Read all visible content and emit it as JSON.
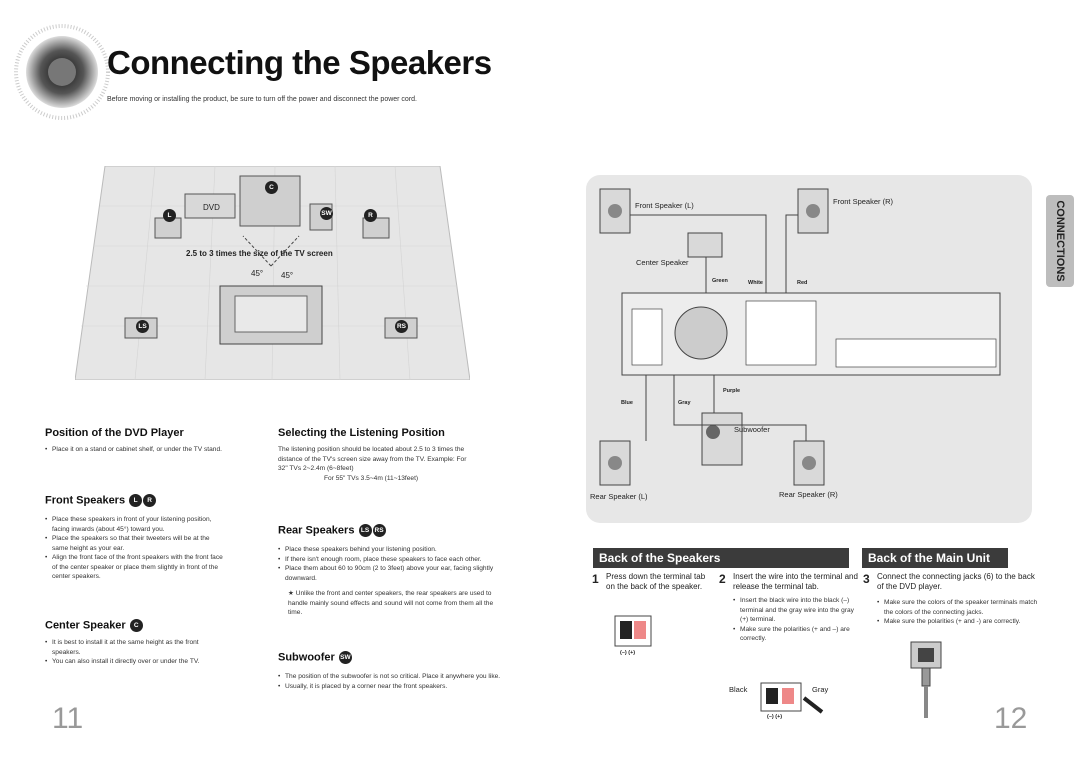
{
  "header": {
    "title": "Connecting the Speakers",
    "subtitle": "Before moving or installing the product, be sure to turn off the power and disconnect the power cord."
  },
  "left_diagram": {
    "dvd_label": "DVD",
    "distance_label": "2.5 to 3 times the size of the TV screen",
    "angle_left": "45°",
    "angle_right": "45°",
    "badges": {
      "c": "C",
      "l": "L",
      "r": "R",
      "sw": "SW",
      "ls": "LS",
      "rs": "RS"
    }
  },
  "sections": {
    "position": {
      "heading": "Position of the DVD Player",
      "items": [
        "Place it on a stand or cabinet shelf, or under the TV stand."
      ]
    },
    "front": {
      "heading": "Front Speakers",
      "items": [
        "Place these speakers in front of your listening position, facing inwards (about 45°) toward you.",
        "Place the speakers so that their tweeters will be at the same height as your ear.",
        "Align the front face of the front speakers with the front face of the center speaker or place them slightly in front of the center speakers."
      ]
    },
    "center": {
      "heading": "Center Speaker",
      "items": [
        "It is best to install it at the same height as the front speakers.",
        "You can also install it directly over or under the TV."
      ]
    },
    "listening": {
      "heading": "Selecting the Listening Position",
      "text": "The listening position should be located about 2.5 to 3 times the distance of the TV's screen size away from the TV. Example: For 32\" TVs 2~2.4m (6~8feet)",
      "text2": "For 55\" TVs 3.5~4m (11~13feet)"
    },
    "rear": {
      "heading": "Rear Speakers",
      "items": [
        "Place these speakers behind your listening position.",
        "If there isn't enough room, place these speakers to face each other.",
        "Place them about 60 to 90cm (2 to 3feet) above your ear, facing slightly downward."
      ],
      "note": "★ Unlike the front and center speakers, the rear speakers are used to handle mainly sound effects and sound will not come from them all the time."
    },
    "sub": {
      "heading": "Subwoofer",
      "items": [
        "The position of the subwoofer is not so critical. Place it anywhere you like.",
        "Usually, it is placed by a corner near the front speakers."
      ]
    }
  },
  "page_left": "11",
  "page_right": "12",
  "wiring": {
    "front_l": "Front Speaker (L)",
    "front_r": "Front Speaker (R)",
    "center": "Center Speaker",
    "green": "Green",
    "white": "White",
    "red": "Red",
    "purple": "Purple",
    "blue": "Blue",
    "gray": "Gray",
    "subwoofer": "Subwoofer",
    "rear_l": "Rear Speaker (L)",
    "rear_r": "Rear Speaker (R)"
  },
  "tab": "CONNECTIONS",
  "back_speakers": {
    "heading": "Back of the Speakers",
    "step1_n": "1",
    "step1": "Press down the terminal tab on the back of the speaker.",
    "step2_n": "2",
    "step2": "Insert the wire into the terminal and release the terminal tab.",
    "step2_items": [
      "Insert the black wire into the black (–) terminal and the gray wire into the gray (+) terminal.",
      "Make sure the polarities (+ and –) are correctly."
    ],
    "black": "Black",
    "gray": "Gray",
    "polarity": "(–) (+)"
  },
  "back_unit": {
    "heading": "Back of the Main Unit",
    "step3_n": "3",
    "step3": "Connect the connecting jacks (6) to the back of the DVD player.",
    "items": [
      "Make sure the colors of the speaker terminals match the colors of the connecting jacks.",
      "Make sure the polarities (+ and -) are correctly."
    ]
  }
}
